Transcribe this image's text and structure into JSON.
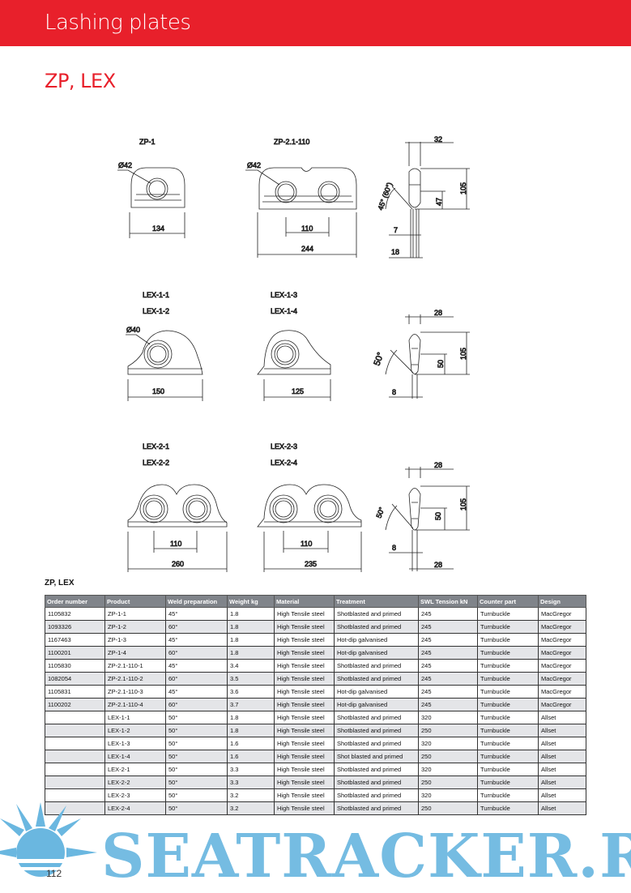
{
  "header": {
    "title": "Lashing plates"
  },
  "subtitle": "ZP, LEX",
  "drawings": {
    "zp1": {
      "label": "ZP-1",
      "dia": "Ø42",
      "width": "134"
    },
    "zp2": {
      "label": "ZP-2.1-110",
      "dia": "Ø42",
      "pitch": "110",
      "width": "244"
    },
    "zp_side": {
      "top": "32",
      "height": "105",
      "mid": "47",
      "angle": "45° (60°)",
      "t1": "7",
      "t2": "18"
    },
    "lex1a": {
      "label1": "LEX-1-1",
      "label2": "LEX-1-2",
      "dia": "Ø40",
      "width": "150"
    },
    "lex1b": {
      "label1": "LEX-1-3",
      "label2": "LEX-1-4",
      "width": "125"
    },
    "lex1_side": {
      "top": "28",
      "height": "105",
      "mid": "50",
      "angle": "50°",
      "t": "8"
    },
    "lex2a": {
      "label1": "LEX-2-1",
      "label2": "LEX-2-2",
      "pitch": "110",
      "width": "260"
    },
    "lex2b": {
      "label1": "LEX-2-3",
      "label2": "LEX-2-4",
      "pitch": "110",
      "width": "235"
    },
    "lex2_side": {
      "top": "28",
      "height": "105",
      "mid": "50",
      "angle": "50°",
      "t": "8",
      "bottom": "28"
    }
  },
  "table": {
    "title": "ZP, LEX",
    "headers": [
      "Order number",
      "Product",
      "Weld preparation",
      "Weight kg",
      "Material",
      "Treatment",
      "SWL Tension kN",
      "Counter part",
      "Design"
    ],
    "rows": [
      [
        "1105832",
        "ZP-1-1",
        "45°",
        "1.8",
        "High Tensile steel",
        "Shotblasted and primed",
        "245",
        "Turnbuckle",
        "MacGregor"
      ],
      [
        "1093326",
        "ZP-1-2",
        "60°",
        "1.8",
        "High Tensile steel",
        "Shotblasted and primed",
        "245",
        "Turnbuckle",
        "MacGregor"
      ],
      [
        "1167463",
        "ZP-1-3",
        "45°",
        "1.8",
        "High Tensile steel",
        "Hot-dip galvanised",
        "245",
        "Turnbuckle",
        "MacGregor"
      ],
      [
        "1100201",
        "ZP-1-4",
        "60°",
        "1.8",
        "High Tensile steel",
        "Hot-dip galvanised",
        "245",
        "Turnbuckle",
        "MacGregor"
      ],
      [
        "1105830",
        "ZP-2.1-110-1",
        "45°",
        "3.4",
        "High Tensile steel",
        "Shotblasted and primed",
        "245",
        "Turnbuckle",
        "MacGregor"
      ],
      [
        "1082054",
        "ZP-2.1-110-2",
        "60°",
        "3.5",
        "High Tensile steel",
        "Shotblasted and primed",
        "245",
        "Turnbuckle",
        "MacGregor"
      ],
      [
        "1105831",
        "ZP-2.1-110-3",
        "45°",
        "3.6",
        "High Tensile steel",
        "Hot-dip galvanised",
        "245",
        "Turnbuckle",
        "MacGregor"
      ],
      [
        "1100202",
        "ZP-2.1-110-4",
        "60°",
        "3.7",
        "High Tensile steel",
        "Hot-dip galvanised",
        "245",
        "Turnbuckle",
        "MacGregor"
      ],
      [
        "",
        "LEX-1-1",
        "50°",
        "1.8",
        "High Tensile steel",
        "Shotblasted and primed",
        "320",
        "Turnbuckle",
        "Allset"
      ],
      [
        "",
        "LEX-1-2",
        "50°",
        "1.8",
        "High Tensile steel",
        "Shotblasted and primed",
        "250",
        "Turnbuckle",
        "Allset"
      ],
      [
        "",
        "LEX-1-3",
        "50°",
        "1.6",
        "High Tensile steel",
        "Shotblasted and primed",
        "320",
        "Turnbuckle",
        "Allset"
      ],
      [
        "",
        "LEX-1-4",
        "50°",
        "1.6",
        "High Tensile steel",
        "Shot blasted and primed",
        "250",
        "Turnbuckle",
        "Allset"
      ],
      [
        "",
        "LEX-2-1",
        "50°",
        "3.3",
        "High Tensile steel",
        "Shotblasted and primed",
        "320",
        "Turnbuckle",
        "Allset"
      ],
      [
        "",
        "LEX-2-2",
        "50°",
        "3.3",
        "High Tensile steel",
        "Shotblasted and primed",
        "250",
        "Turnbuckle",
        "Allset"
      ],
      [
        "",
        "LEX-2-3",
        "50°",
        "3.2",
        "High Tensile steel",
        "Shotblasted and primed",
        "320",
        "Turnbuckle",
        "Allset"
      ],
      [
        "",
        "LEX-2-4",
        "50°",
        "3.2",
        "High Tensile steel",
        "Shotblasted and primed",
        "250",
        "Turnbuckle",
        "Allset"
      ]
    ]
  },
  "watermark": "SEATRACKER.RU",
  "page_number": "112",
  "colors": {
    "brand_red": "#e8202b",
    "table_header": "#80848a",
    "watermark": "#6ab7e0"
  }
}
